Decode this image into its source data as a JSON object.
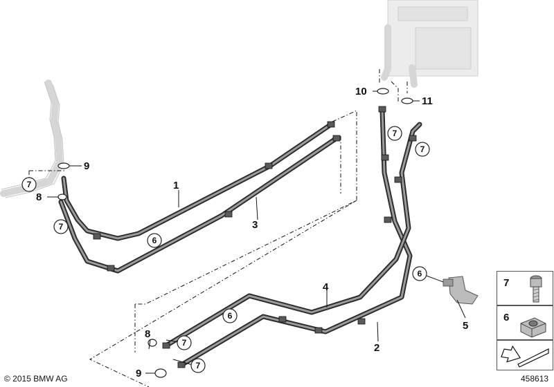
{
  "copyright": "© 2015 BMW AG",
  "diagram_ref": "458613",
  "callouts": {
    "c1": "1",
    "c2": "2",
    "c3": "3",
    "c4": "4",
    "c5": "5",
    "c6": "6",
    "c7": "7",
    "c8": "8",
    "c9": "9",
    "c10": "10",
    "c11": "11"
  },
  "legend": {
    "item7": "7",
    "item6": "6"
  },
  "colors": {
    "hose": "#5a5a5a",
    "hose_dark": "#2c2c2c",
    "ghost": "#d6d6d6"
  }
}
